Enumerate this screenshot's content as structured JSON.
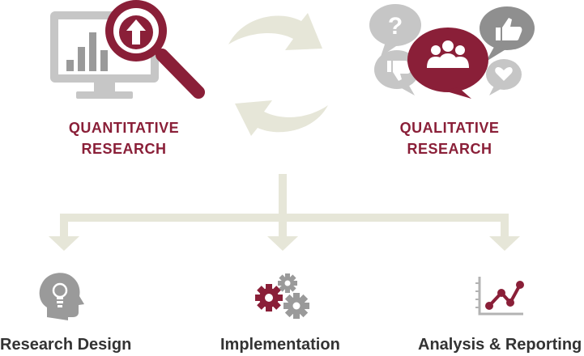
{
  "colors": {
    "maroon": "#8a1f38",
    "gray": "#c6c6c6",
    "dark_gray": "#8f8f8f",
    "beige": "#e6e6d8",
    "label_text": "#333333"
  },
  "quantitative": {
    "caption_line1": "QUANTITATIVE",
    "caption_line2": "RESEARCH",
    "icons": [
      "monitor-icon",
      "bar-chart-icon",
      "magnifying-glass-icon",
      "up-arrow-icon"
    ]
  },
  "qualitative": {
    "caption_line1": "QUALITATIVE",
    "caption_line2": "RESEARCH",
    "icons": [
      "question-bubble-icon",
      "thumbs-up-bubble-icon",
      "thumbs-down-bubble-icon",
      "heart-bubble-icon",
      "group-bubble-icon"
    ]
  },
  "steps": [
    {
      "label": "Research Design",
      "icon": "head-lightbulb-icon"
    },
    {
      "label": "Implementation",
      "icon": "gears-icon"
    },
    {
      "label": "Analysis & Reporting",
      "icon": "line-chart-icon"
    }
  ]
}
